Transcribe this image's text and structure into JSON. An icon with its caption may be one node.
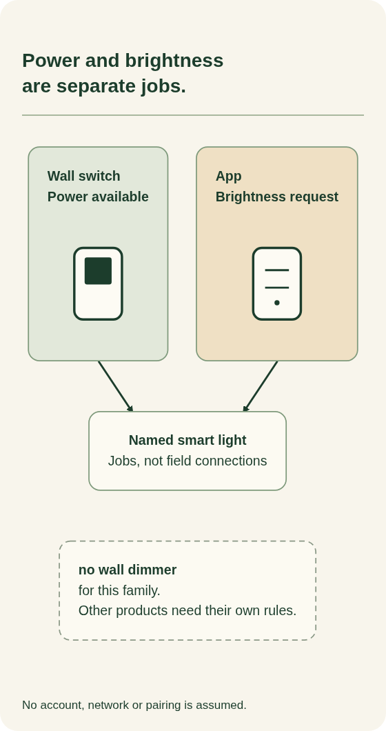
{
  "diagram": {
    "title": "Power and brightness are separate jobs.",
    "nodes": [
      {
        "text": [
          "Wall switch",
          "Power available"
        ]
      },
      {
        "text": [
          "App",
          "Brightness request"
        ]
      },
      {
        "text": [
          "Named smart light",
          "Jobs, not field connections"
        ]
      },
      {
        "text": [
          "no wall dimmer",
          "for this family.",
          "Other products need their own rules."
        ]
      }
    ],
    "edges": [
      {
        "from": 0,
        "to": 2,
        "arrow": "to"
      },
      {
        "from": 1,
        "to": 2,
        "arrow": "to"
      }
    ],
    "caption": "No account, network or pairing is assumed."
  }
}
